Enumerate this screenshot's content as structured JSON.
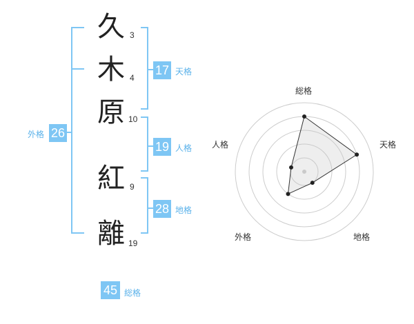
{
  "name": {
    "characters": [
      {
        "char": "久",
        "strokes": "3"
      },
      {
        "char": "木",
        "strokes": "4"
      },
      {
        "char": "原",
        "strokes": "10"
      },
      {
        "char": "紅",
        "strokes": "9"
      },
      {
        "char": "離",
        "strokes": "19"
      }
    ]
  },
  "fortunes": {
    "tenkaku": {
      "value": "17",
      "label": "天格"
    },
    "jinkaku": {
      "value": "19",
      "label": "人格"
    },
    "chikaku": {
      "value": "28",
      "label": "地格"
    },
    "gaikaku": {
      "value": "26",
      "label": "外格"
    },
    "soukaku": {
      "value": "45",
      "label": "総格"
    }
  },
  "colors": {
    "accent": "#7ec6f4",
    "bracket": "#7ec6f4",
    "label": "#5bb2ea"
  },
  "chart_data": {
    "type": "radar",
    "axes": [
      "総格",
      "天格",
      "地格",
      "外格",
      "人格"
    ],
    "values": [
      4,
      4,
      1,
      2,
      1
    ],
    "max": 5
  }
}
